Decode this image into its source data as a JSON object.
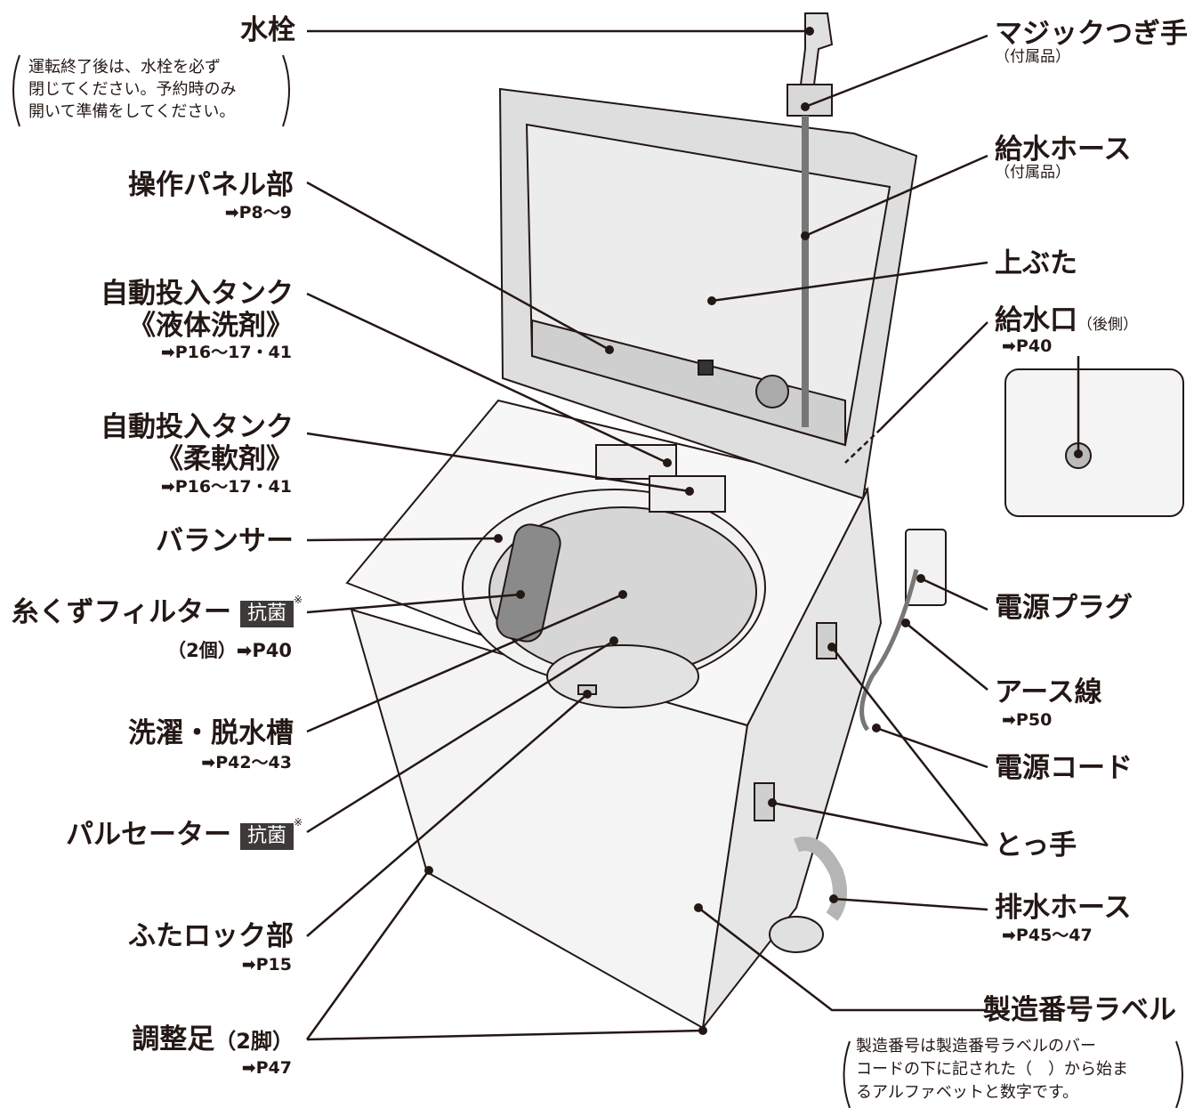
{
  "labels": {
    "water_tap": "水栓",
    "water_tap_note": [
      "運転終了後は、水栓を必ず",
      "閉じてください。予約時のみ",
      "開いて準備をしてください。"
    ],
    "control_panel": "操作パネル部",
    "control_panel_ref": "P8～9",
    "auto_tank_liquid": "自動投入タンク",
    "auto_tank_liquid_sub": "《液体洗剤》",
    "auto_tank_liquid_ref": "P16～17・41",
    "auto_tank_softener": "自動投入タンク",
    "auto_tank_softener_sub": "《柔軟剤》",
    "auto_tank_softener_ref": "P16～17・41",
    "balancer": "バランサー",
    "lint_filter": "糸くずフィルター",
    "antibacterial": "抗菌",
    "asterisk": "※",
    "lint_filter_qty": "（2個）",
    "lint_filter_ref": "P40",
    "wash_tub": "洗濯・脱水槽",
    "wash_tub_ref": "P42～43",
    "pulsator": "パルセーター",
    "lid_lock": "ふたロック部",
    "lid_lock_ref": "P15",
    "adjust_feet": "調整足",
    "adjust_feet_qty": "（2脚）",
    "adjust_feet_ref": "P47",
    "magic_joint": "マジックつぎ手",
    "magic_joint_sub": "（付属品）",
    "supply_hose": "給水ホース",
    "supply_hose_sub": "（付属品）",
    "top_lid": "上ぶた",
    "water_inlet": "給水口",
    "water_inlet_sub": "（後側）",
    "water_inlet_ref": "P40",
    "power_plug": "電源プラグ",
    "earth_wire": "アース線",
    "earth_wire_ref": "P50",
    "power_cord": "電源コード",
    "handle": "とっ手",
    "drain_hose": "排水ホース",
    "drain_hose_ref": "P45～47",
    "serial_label": "製造番号ラベル",
    "serial_note": [
      "製造番号は製造番号ラベルのバー",
      "コードの下に記された（　）から始ま",
      "るアルファベットと数字です。"
    ]
  },
  "ref_arrow": "➡"
}
